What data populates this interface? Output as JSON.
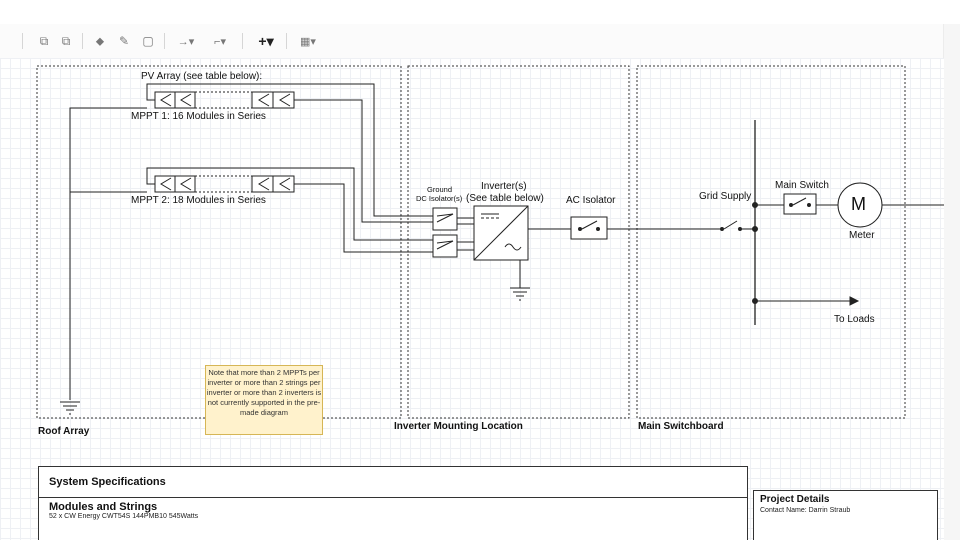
{
  "toolbar": {
    "items": [
      {
        "name": "to-front-icon",
        "glyph": "⧉"
      },
      {
        "name": "to-back-icon",
        "glyph": "⧉"
      },
      {
        "name": "fill-color-icon",
        "glyph": "⬥"
      },
      {
        "name": "line-color-icon",
        "glyph": "✎"
      },
      {
        "name": "shadow-icon",
        "glyph": "▢"
      },
      {
        "name": "connection-icon",
        "glyph": "→▾"
      },
      {
        "name": "waypoints-icon",
        "glyph": "⌐▾"
      },
      {
        "name": "insert-icon",
        "glyph": "+▾"
      },
      {
        "name": "table-icon",
        "glyph": "▦▾"
      }
    ]
  },
  "diagram": {
    "pv_array_label": "PV Array (see table below):",
    "mppt1_label": "MPPT 1: 16 Modules in Series",
    "mppt2_label": "MPPT 2: 18 Modules in Series",
    "ground_label": "Ground",
    "dc_isolator_label": "DC Isolator(s)",
    "inverter_label": "Inverter(s)",
    "inverter_sub_label": "(See table below)",
    "ac_isolator_label": "AC Isolator",
    "grid_supply_label": "Grid Supply",
    "main_switch_label": "Main Switch",
    "meter_symbol": "M",
    "meter_label": "Meter",
    "to_loads_label": "To Loads",
    "roof_array_label": "Roof Array",
    "inverter_location_label": "Inverter Mounting Location",
    "main_switchboard_label": "Main Switchboard",
    "note_text": "Note that more than 2 MPPTs per inverter or more than 2 strings per inverter or more than 2 inverters is not currently supported in the pre-made diagram"
  },
  "system_specs": {
    "title": "System Specifications",
    "modules_title": "Modules and Strings",
    "modules_text": "52 x CW Energy CWT54S 144PMB10 545Watts"
  },
  "project_details": {
    "title": "Project Details",
    "contact": "Contact Name: Darrin Straub"
  }
}
